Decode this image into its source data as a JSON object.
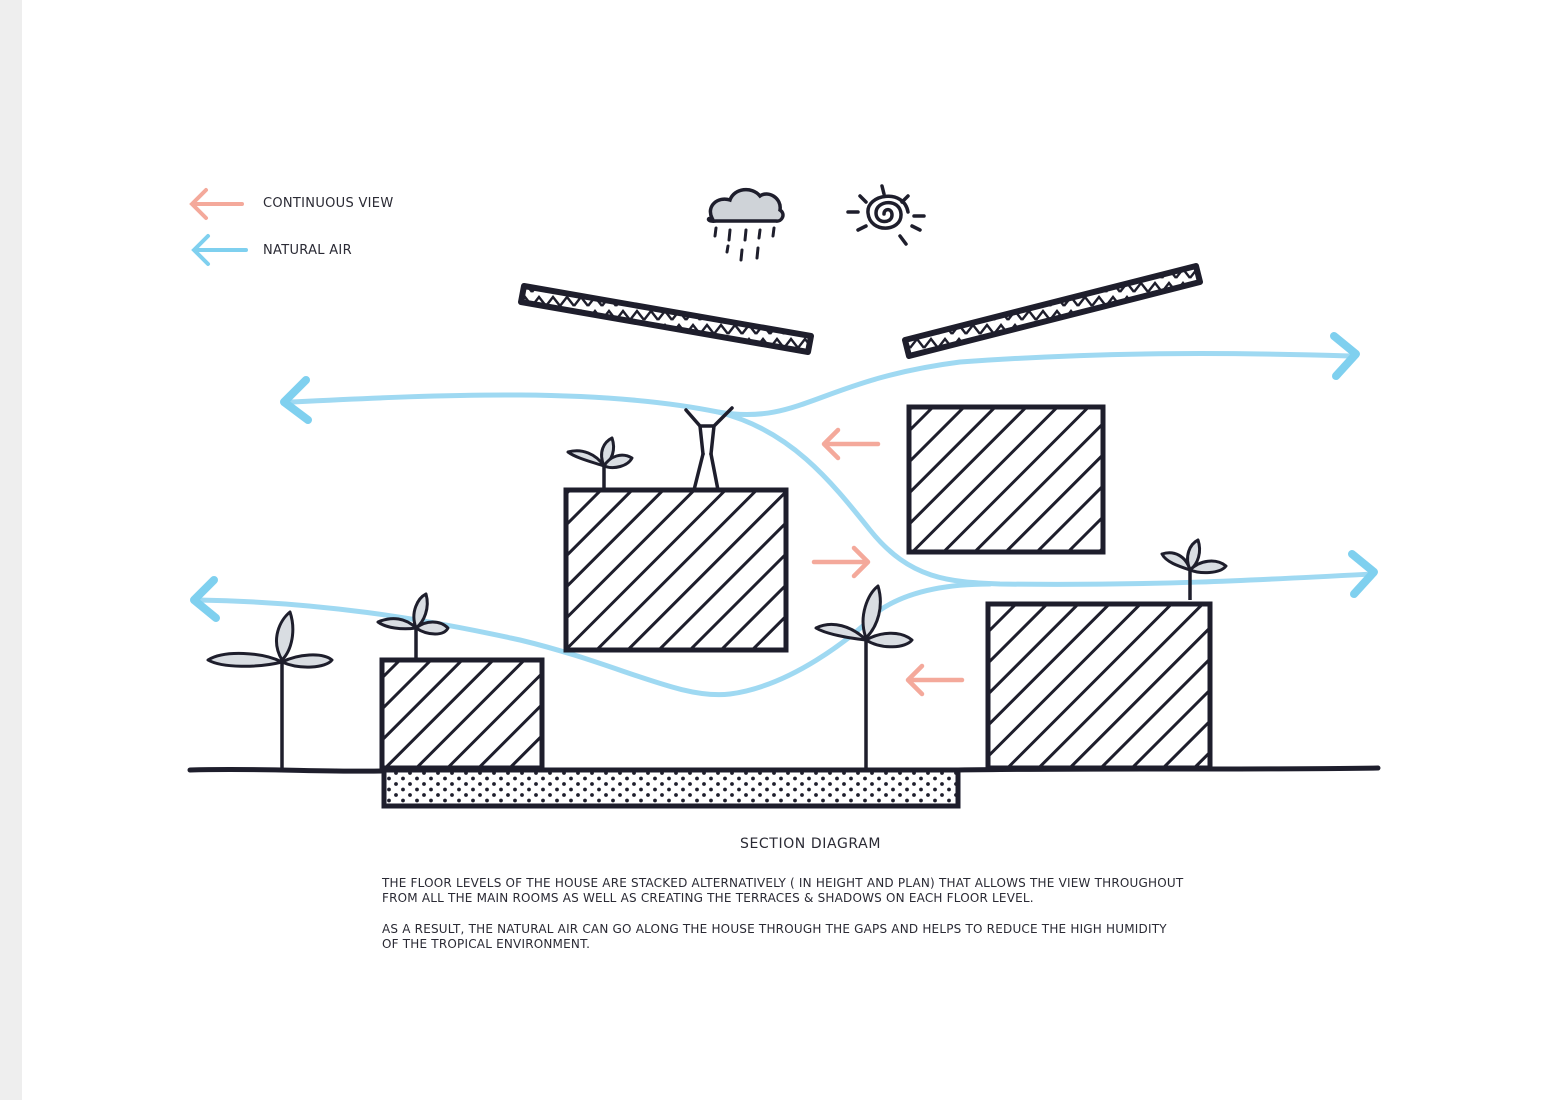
{
  "legend": {
    "items": [
      {
        "label": "CONTINUOUS VIEW",
        "color": "#f4a99b"
      },
      {
        "label": "NATURAL AIR",
        "color": "#7fd0ef"
      }
    ]
  },
  "caption": {
    "title": "SECTION DIAGRAM",
    "paragraph_1_line_1": "THE FLOOR LEVELS OF THE HOUSE ARE STACKED ALTERNATIVELY ( IN HEIGHT AND PLAN) THAT ALLOWS THE VIEW THROUGHOUT",
    "paragraph_1_line_2": "FROM ALL THE MAIN ROOMS AS WELL AS CREATING THE TERRACES & SHADOWS ON EACH FLOOR LEVEL.",
    "paragraph_2_line_1": "AS A RESULT, THE NATURAL AIR CAN GO ALONG THE HOUSE THROUGH THE GAPS AND HELPS TO REDUCE THE HIGH HUMIDITY",
    "paragraph_2_line_2": "OF THE TROPICAL ENVIRONMENT."
  },
  "icons": [
    "rain-cloud-icon",
    "sun-icon",
    "person-icon",
    "plant-icon"
  ],
  "colors": {
    "ink": "#1e1e2c",
    "view_arrow": "#f4a99b",
    "air_arrow": "#7fd0ef",
    "plant_leaf": "#d9dde2"
  }
}
